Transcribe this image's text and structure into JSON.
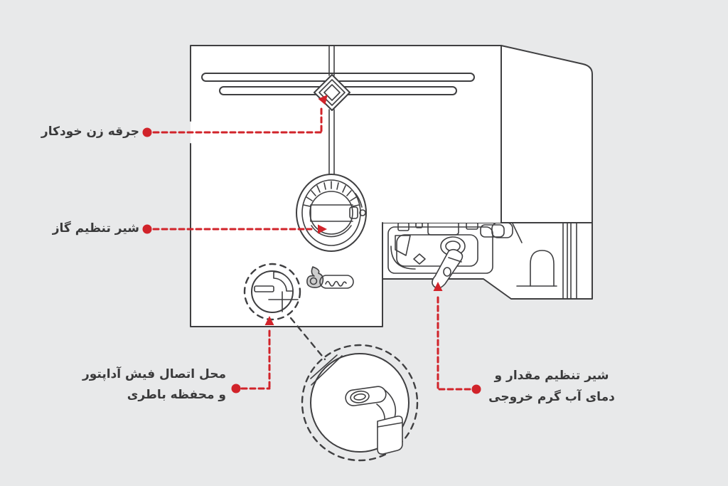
{
  "colors": {
    "background": "#e8e9ea",
    "line": "#3f3f41",
    "body_fill": "#ffffff",
    "annotation_red": "#d1232a",
    "label_text": "#3a3a3b"
  },
  "labels": {
    "igniter": {
      "text": "جرقه زن خودکار"
    },
    "gas_valve": {
      "text": "شیر تنظیم گاز"
    },
    "adapter_battery": {
      "line1": "محل اتصال فیش آداپتور",
      "line2": "و محفظه باطری"
    },
    "water_valve": {
      "line1": "شیر تنظیم مقدار و",
      "line2": "دمای آب گرم خروجی"
    }
  },
  "icons": {
    "brand_logo": "flame-logo",
    "callout_marker": "red-dot",
    "callout_pointer": "red-arrowhead"
  }
}
